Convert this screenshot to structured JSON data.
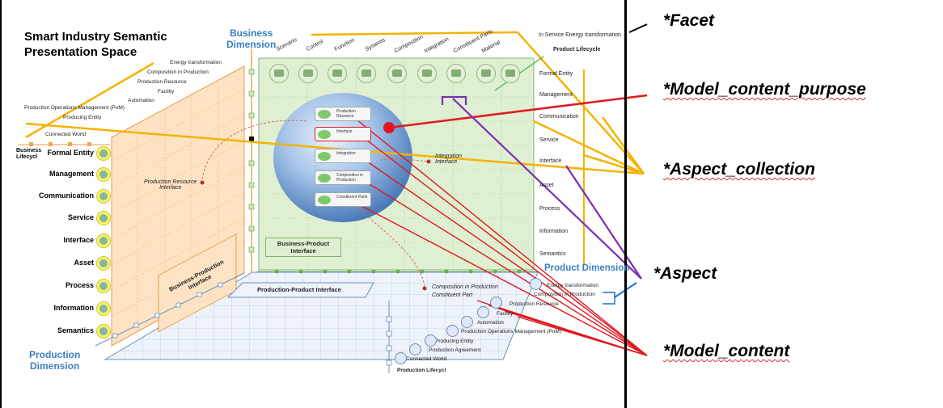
{
  "diagram": {
    "title_line1": "Smart Industry Semantic",
    "title_line2": "Presentation Space",
    "business_dimension_line1": "Business",
    "business_dimension_line2": "Dimension",
    "product_dimension": "Product Dimension",
    "production_dimension_line1": "Production",
    "production_dimension_line2": "Dimension",
    "business_lifecycle_line1": "Business",
    "business_lifecycle_line2": "Lifecycl",
    "aspects": [
      "Formal Entity",
      "Management",
      "Communication",
      "Service",
      "Interface",
      "Asset",
      "Process",
      "Information",
      "Semantics"
    ],
    "production_items_left": [
      "Energy transformation",
      "Composition in Production",
      "Production Resource",
      "Facility",
      "Automation",
      "Production Operations Management (PoM)",
      "Producing Entity",
      "Connected World"
    ],
    "production_items_bottom": [
      "Energy transformation",
      "Composition in Production",
      "Production Resource",
      "Facility",
      "Automation",
      "Production Operations Management (PoM)",
      "Producing Entity",
      "Production Agreement",
      "Connected World"
    ],
    "production_lifecycle": "Production Lifecycl",
    "business_items_top": [
      "Scenario",
      "Control",
      "Function",
      "Systems",
      "Composition",
      "Integration",
      "Constituent Parts",
      "Material"
    ],
    "in_service_energy": "In Service Energy transformation",
    "product_lifecycle": "Product Lifecycle",
    "sphere_items": [
      "Production Resource",
      "Interface",
      "Integration",
      "Composition in Production",
      "Constituent Parts"
    ],
    "integration_interface_line1": "Integration",
    "integration_interface_line2": "Interface",
    "production_resource_interface_line1": "Production Resource",
    "production_resource_interface_line2": "Interface",
    "business_product_interface_line1": "Business-Product",
    "business_product_interface_line2": "Interface",
    "business_production_interface_line1": "Business-Production",
    "business_production_interface_line2": "Interface",
    "production_product_interface": "Production-Product Interface",
    "composition_in_production_italic": "Composition in Production",
    "constituent_part_italic": "Constituent Part"
  },
  "tags": {
    "facet": "*Facet",
    "model_content_purpose": "*Model_content_purpose",
    "aspect_collection": "*Aspect_collection",
    "aspect": "*Aspect",
    "model_content": "*Model_content"
  },
  "colors": {
    "business_plane": "#dcefcf",
    "production_plane": "#fde3c4",
    "product_floor": "#e9f0fa",
    "sphere": "#4f86c6",
    "callout_yellow": "#f5b301",
    "callout_red": "#e0181e",
    "callout_purple": "#7a2fb3",
    "callout_blue": "#1e6fd9",
    "dimension_blue": "#3a7fc4"
  }
}
